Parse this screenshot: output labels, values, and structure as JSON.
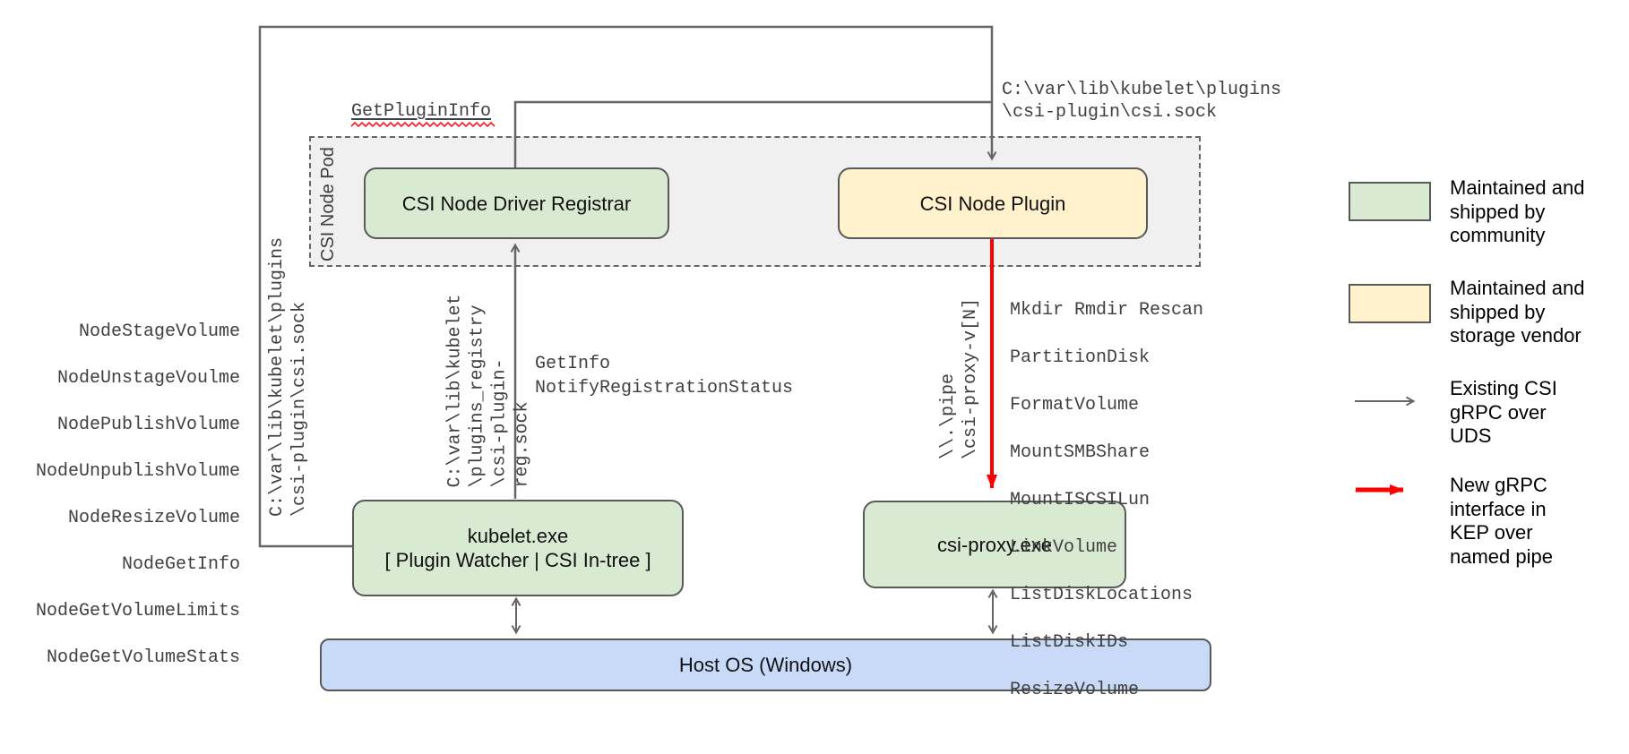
{
  "colors": {
    "community_green": "#d9ead3",
    "vendor_yellow": "#fff2cc",
    "host_blue": "#c9daf8",
    "grpc_uds_gray": "#666666",
    "grpc_pipe_red": "#ff0000"
  },
  "pod": {
    "label": "CSI Node Pod"
  },
  "nodes": {
    "registrar": "CSI Node Driver Registrar",
    "plugin": "CSI Node Plugin",
    "kubelet": "kubelet.exe\n[ Plugin Watcher | CSI In-tree ]",
    "csi_proxy": "csi-proxy.exe",
    "host_os": "Host OS (Windows)"
  },
  "annotations": {
    "get_plugin_info": "GetPluginInfo",
    "registrar_calls": "GetInfo\nNotifyRegistrationStatus",
    "plugin_socket": "C:\\var\\lib\\kubelet\\plugins\n\\csi-plugin\\csi.sock",
    "kubelet_socket_vertical": "C:\\var\\lib\\kubelet\\plugins\n\\csi-plugin\\csi.sock",
    "registry_socket_vertical": "C:\\var\\lib\\kubelet\n\\plugins_registry\n\\csi-plugin-reg.sock",
    "named_pipe_vertical": "\\\\.\\pipe\n\\csi-proxy-v[N]",
    "node_api": [
      "NodeStageVolume",
      "NodeUnstageVoulme",
      "NodePublishVolume",
      "NodeUnpublishVolume",
      "NodeResizeVolume",
      "NodeGetInfo",
      "NodeGetVolumeLimits",
      "NodeGetVolumeStats"
    ],
    "proxy_api": [
      "Mkdir Rmdir Rescan",
      "PartitionDisk",
      "FormatVolume",
      "MountSMBShare",
      "MountISCSILun",
      "LinkVolume",
      "ListDiskLocations",
      "ListDiskIDs",
      "ResizeVolume"
    ]
  },
  "legend": {
    "community": "Maintained and\nshipped by\ncommunity",
    "vendor": "Maintained and\nshipped by\nstorage vendor",
    "uds": "Existing CSI\ngRPC over\nUDS",
    "pipe": "New gRPC\ninterface in\nKEP over\nnamed pipe"
  }
}
